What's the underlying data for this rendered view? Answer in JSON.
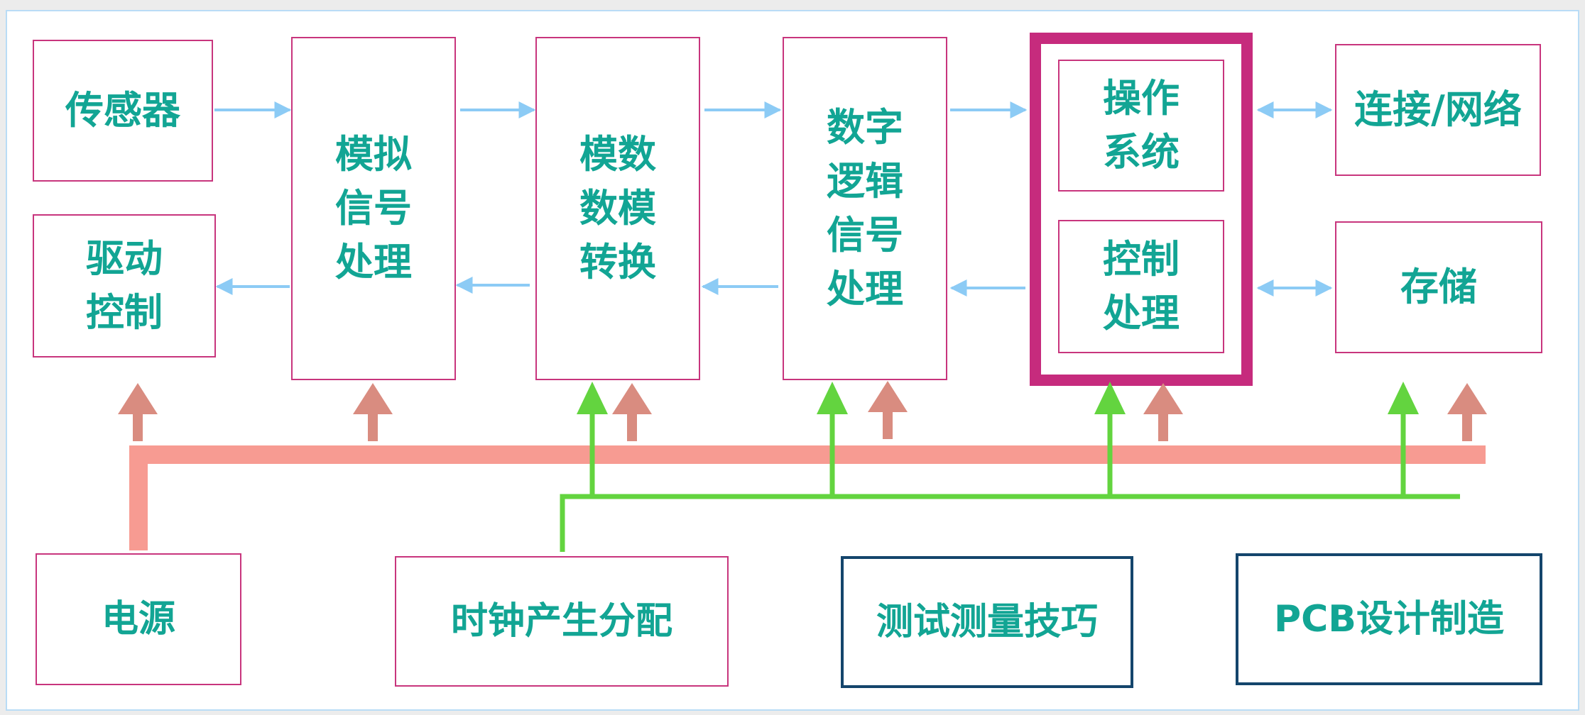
{
  "blocks": {
    "sensor": "传感器",
    "drive_control": "驱动\n控制",
    "analog_processing": "模拟\n信号\n处理",
    "adc_dac": "模数\n数模\n转换",
    "digital_logic": "数字\n逻辑\n信号\n处理",
    "os": "操作\n系统",
    "control_processing": "控制\n处理",
    "network": "连接/网络",
    "storage": "存储",
    "power": "电源",
    "clock": "时钟产生分配",
    "test_measure": "测试测量技巧",
    "pcb": "PCB设计制造"
  },
  "colors": {
    "text": "#12a594",
    "box_border": "#c8357d",
    "highlight_border": "#c62b7d",
    "navy_border": "#14456c",
    "signal_arrow": "#8ccbf5",
    "power_bus": "#f79b92",
    "power_arrow": "#d98c80",
    "clock_bus": "#63d43f"
  }
}
